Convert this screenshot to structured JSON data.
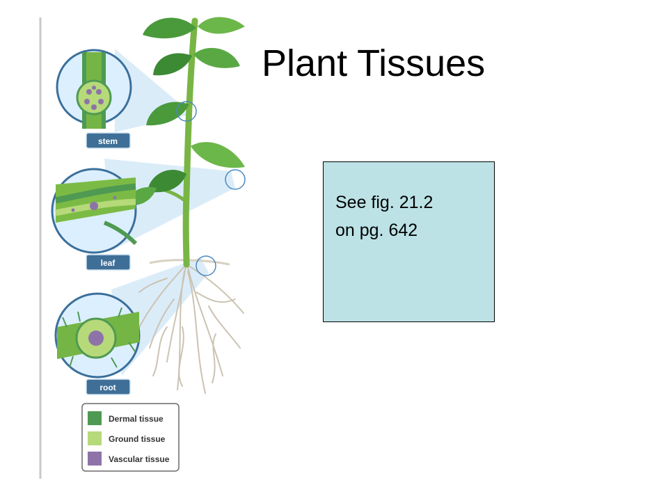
{
  "slide": {
    "title": "Plant Tissues",
    "note": {
      "line1": "See fig. 21.2",
      "line2": "on pg. 642"
    }
  },
  "figure": {
    "callouts": [
      {
        "label": "stem"
      },
      {
        "label": "leaf"
      },
      {
        "label": "root"
      }
    ],
    "legend": [
      {
        "label": "Dermal tissue",
        "color": "#4f9a52"
      },
      {
        "label": "Ground tissue",
        "color": "#b6d97a"
      },
      {
        "label": "Vascular tissue",
        "color": "#8e73a8"
      }
    ]
  },
  "colors": {
    "stem_green": "#6fae3e",
    "leaf_green": "#3f8f3a",
    "callout_bg": "#dcefff",
    "callout_border": "#3a6f9a",
    "label_bg": "#3f6f97",
    "root_color": "#c8c0b0",
    "note_bg": "#bce2e6"
  }
}
